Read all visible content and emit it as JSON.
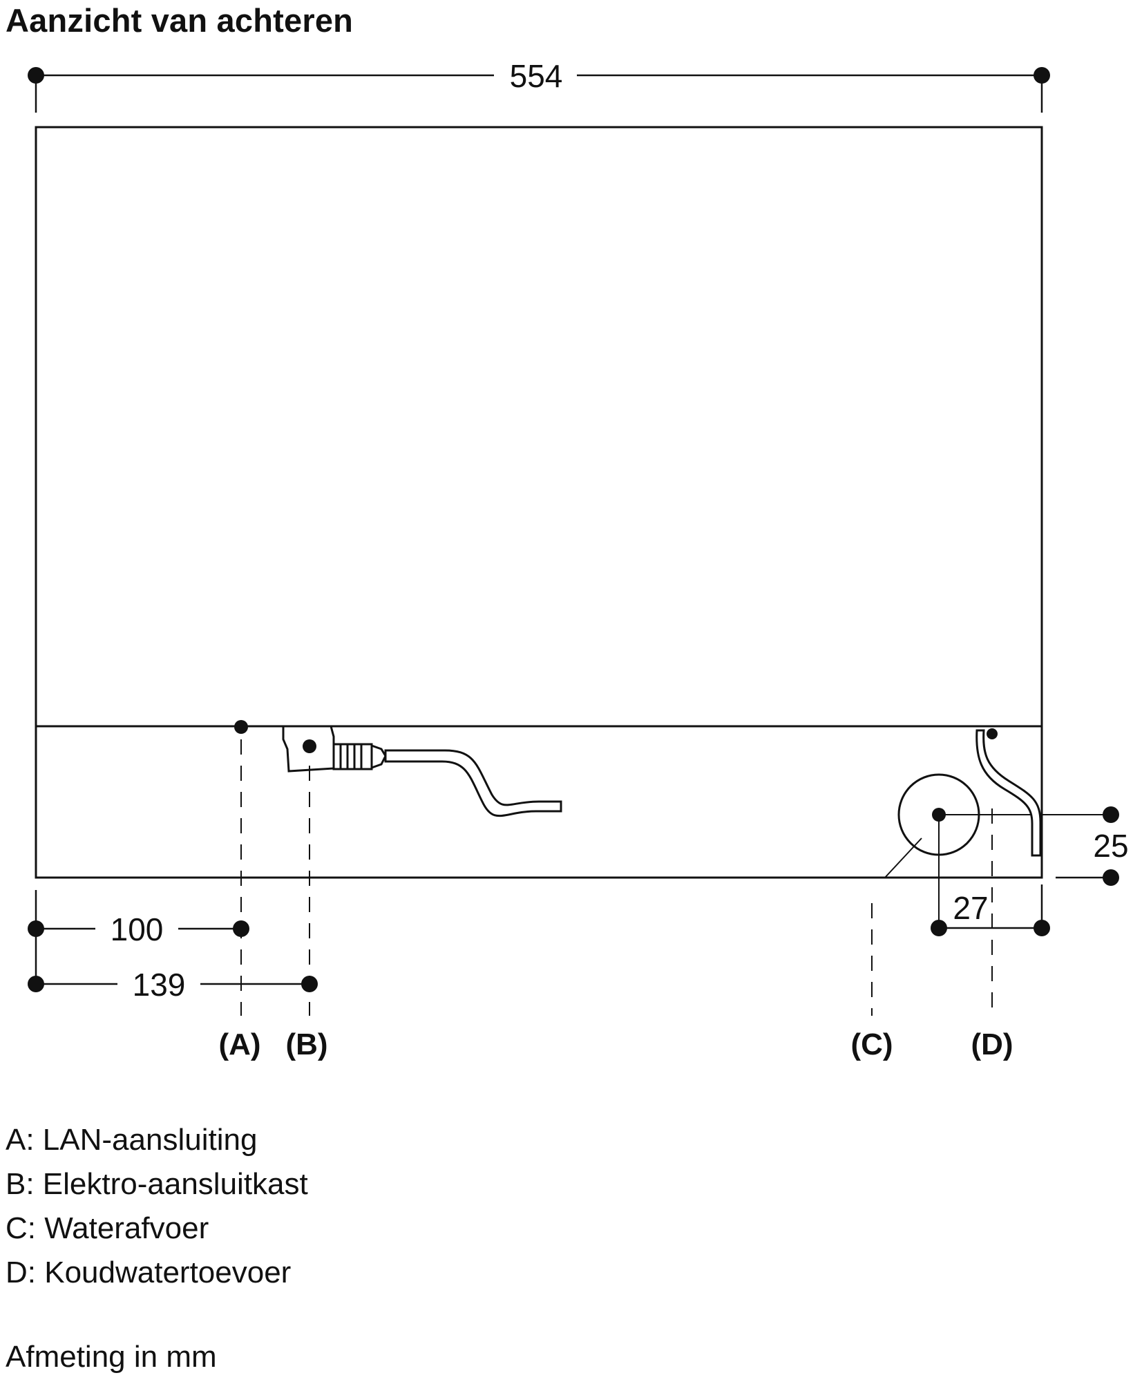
{
  "title": "Aanzicht van achteren",
  "dimensions": {
    "width": "554",
    "lan_offset": "100",
    "power_offset": "139",
    "drain_height": "25",
    "drain_offset": "27"
  },
  "callouts": {
    "a": "(A)",
    "b": "(B)",
    "c": "(C)",
    "d": "(D)"
  },
  "legend": [
    "A: LAN-aansluiting",
    "B: Elektro-aansluitkast",
    "C: Waterafvoer",
    "D: Koudwatertoevoer"
  ],
  "footnote": "Afmeting in mm"
}
